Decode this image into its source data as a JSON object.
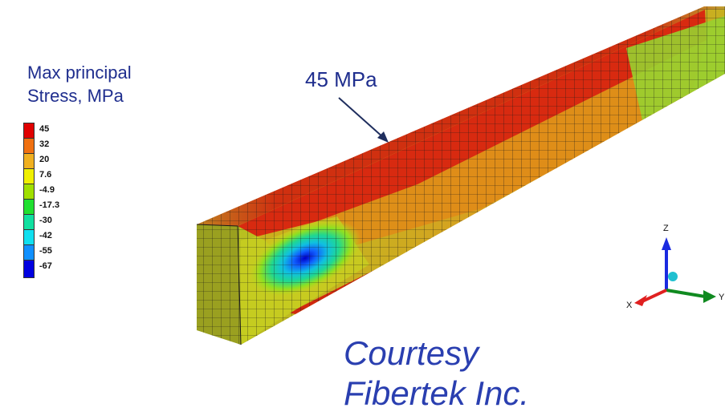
{
  "legend": {
    "title_line1": "Max principal",
    "title_line2": "Stress, MPa",
    "entries": [
      {
        "label": "45",
        "color": "#e00000"
      },
      {
        "label": "32",
        "color": "#f07010"
      },
      {
        "label": "20",
        "color": "#f0b020"
      },
      {
        "label": "7.6",
        "color": "#f0f000"
      },
      {
        "label": "-4.9",
        "color": "#a0e000"
      },
      {
        "label": "-17.3",
        "color": "#20e030"
      },
      {
        "label": "-30",
        "color": "#10e0a0"
      },
      {
        "label": "-42",
        "color": "#10e0f0"
      },
      {
        "label": "-55",
        "color": "#1090ff"
      },
      {
        "label": "-67",
        "color": "#0000e0"
      }
    ]
  },
  "callout": {
    "label": "45 MPa"
  },
  "courtesy": {
    "line1": "Courtesy",
    "line2": "Fibertek Inc."
  },
  "axes": {
    "z": "Z",
    "y": "Y",
    "x": "X"
  }
}
